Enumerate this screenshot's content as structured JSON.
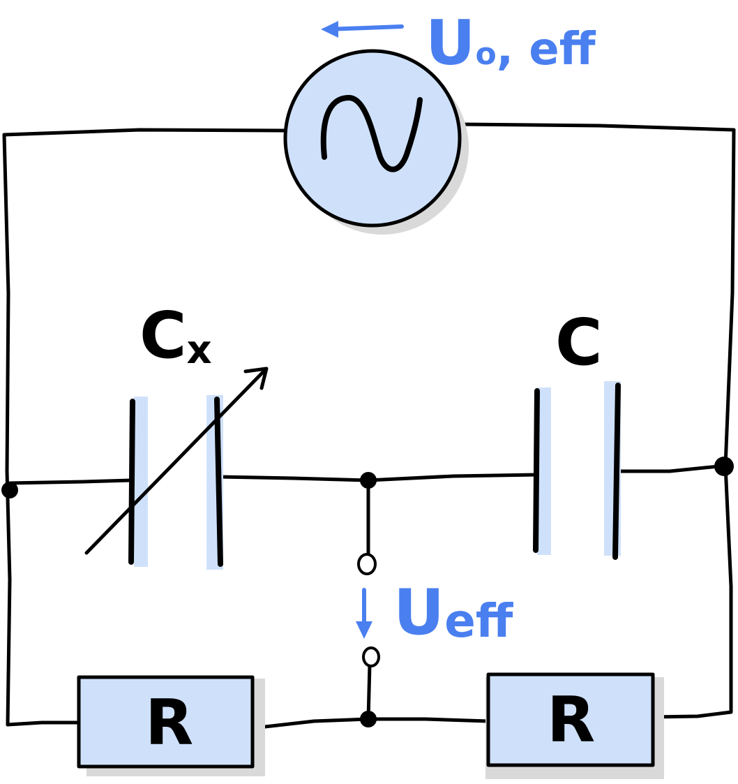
{
  "colors": {
    "ink": "#000000",
    "accent_blue": "#4a7ff0",
    "component_fill": "#cfe1fa",
    "shadow": "#d9d9d9"
  },
  "source": {
    "symbol": "sine-wave-icon",
    "voltage_label": "U",
    "voltage_subscript": "o",
    "voltage_suffix": ", eff"
  },
  "capacitor_variable": {
    "label": "C",
    "label_subscript": "x"
  },
  "capacitor_fixed": {
    "label": "C"
  },
  "output": {
    "voltage_label": "U",
    "voltage_subscript": "eff"
  },
  "resistor_left": {
    "label": "R"
  },
  "resistor_right": {
    "label": "R"
  }
}
